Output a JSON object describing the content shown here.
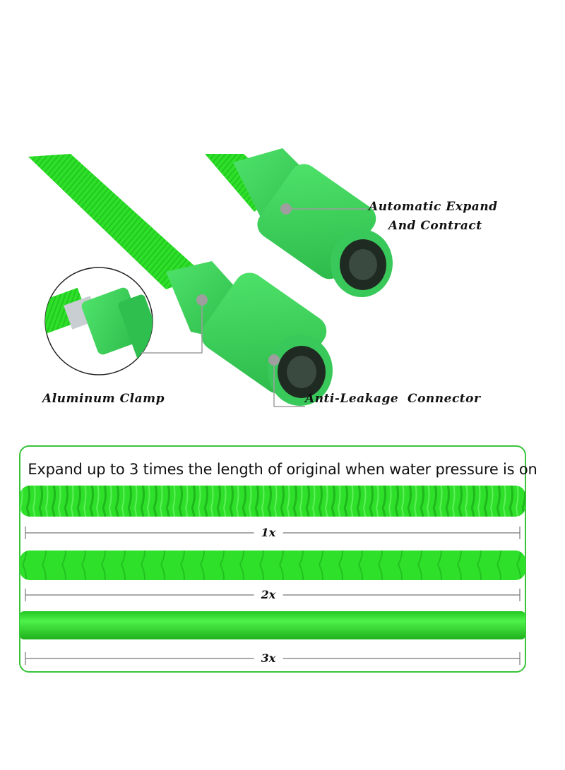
{
  "callouts": {
    "automatic_line1": "Automatic Expand",
    "automatic_line2": "And Contract",
    "aluminum_clamp": "Aluminum Clamp",
    "anti_leakage": "Anti-Leakage  Connector"
  },
  "expansion": {
    "headline": "Expand up to 3 times the length of original when water pressure is on",
    "stages": [
      {
        "label": "1x"
      },
      {
        "label": "2x"
      },
      {
        "label": "3x"
      }
    ]
  },
  "colors": {
    "hose_green": "#2ee02a",
    "connector_green": "#3ed65a",
    "panel_border": "#39c43b",
    "callout_dot": "#9e9e9e"
  },
  "icons": [
    "hose-connector-illustration",
    "aluminum-clamp-closeup",
    "expanding-hose-segment"
  ]
}
